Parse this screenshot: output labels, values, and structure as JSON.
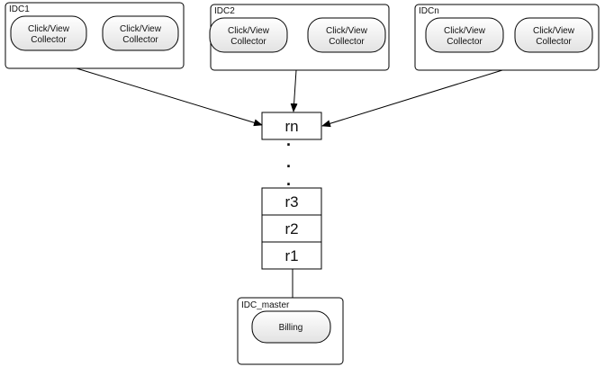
{
  "groups": [
    {
      "label": "IDC1",
      "nodes": [
        "Click/View\nCollector",
        "Click/View\nCollector"
      ]
    },
    {
      "label": "IDC2",
      "nodes": [
        "Click/View\nCollector",
        "Click/View\nCollector"
      ]
    },
    {
      "label": "IDCn",
      "nodes": [
        "Click/View\nCollector",
        "Click/View\nCollector"
      ]
    }
  ],
  "stack_top": "rn",
  "stack_rest": [
    "r3",
    "r2",
    "r1"
  ],
  "ellipsis": ".",
  "master": {
    "label": "IDC_master",
    "node": "Billing"
  },
  "colors": {
    "line": "#000000",
    "node_fill_top": "#ffffff",
    "node_fill_bottom": "#e2e2e2"
  }
}
